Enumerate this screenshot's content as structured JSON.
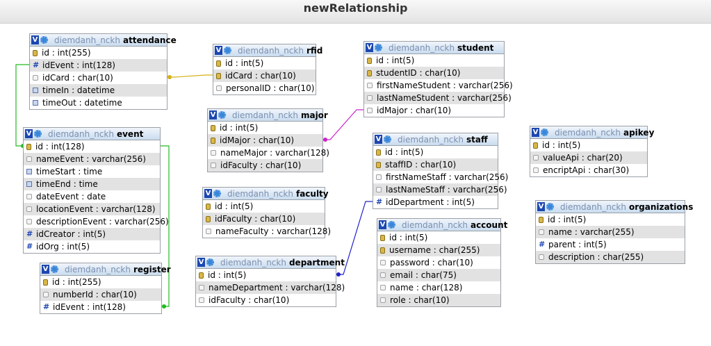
{
  "window": {
    "title": "newRelationship"
  },
  "db_prefix": "diemdanh_nckh",
  "colors": {
    "attendance_rfid": "#d4b016",
    "major_student": "#cc22cc",
    "event_attendance": "#22bb22",
    "register_event": "#22bb22",
    "department_staff": "#2222cc"
  },
  "tables": [
    {
      "id": "attendance",
      "name": "attendance",
      "columns": [
        {
          "text": "id : int(255)",
          "icon": "key-icon"
        },
        {
          "text": "idEvent : int(128)",
          "icon": "number-icon"
        },
        {
          "text": "idCard : char(10)",
          "icon": "text-icon"
        },
        {
          "text": "timeIn : datetime",
          "icon": "datetime-icon"
        },
        {
          "text": "timeOut : datetime",
          "icon": "datetime-icon"
        }
      ]
    },
    {
      "id": "rfid",
      "name": "rfid",
      "columns": [
        {
          "text": "id : int(5)",
          "icon": "key-icon"
        },
        {
          "text": "idCard : char(10)",
          "icon": "key-icon"
        },
        {
          "text": "personalID : char(10)",
          "icon": "text-icon"
        }
      ]
    },
    {
      "id": "student",
      "name": "student",
      "columns": [
        {
          "text": "id : int(5)",
          "icon": "key-icon"
        },
        {
          "text": "studentID : char(10)",
          "icon": "key-icon"
        },
        {
          "text": "firstNameStudent : varchar(256)",
          "icon": "text-icon"
        },
        {
          "text": "lastNameStudent : varchar(256)",
          "icon": "text-icon"
        },
        {
          "text": "idMajor : char(10)",
          "icon": "text-icon"
        }
      ]
    },
    {
      "id": "major",
      "name": "major",
      "columns": [
        {
          "text": "id : int(5)",
          "icon": "key-icon"
        },
        {
          "text": "idMajor : char(10)",
          "icon": "key-icon"
        },
        {
          "text": "nameMajor : varchar(128)",
          "icon": "text-icon"
        },
        {
          "text": "idFaculty : char(10)",
          "icon": "text-icon"
        }
      ]
    },
    {
      "id": "event",
      "name": "event",
      "columns": [
        {
          "text": "id : int(128)",
          "icon": "key-icon"
        },
        {
          "text": "nameEvent : varchar(256)",
          "icon": "text-icon"
        },
        {
          "text": "timeStart : time",
          "icon": "datetime-icon"
        },
        {
          "text": "timeEnd : time",
          "icon": "datetime-icon"
        },
        {
          "text": "dateEvent : date",
          "icon": "text-icon"
        },
        {
          "text": "locationEvent : varchar(128)",
          "icon": "text-icon"
        },
        {
          "text": "descriptionEvent : varchar(256)",
          "icon": "text-icon"
        },
        {
          "text": "idCreator : int(5)",
          "icon": "number-icon"
        },
        {
          "text": "idOrg : int(5)",
          "icon": "number-icon"
        }
      ]
    },
    {
      "id": "staff",
      "name": "staff",
      "columns": [
        {
          "text": "id : int(5)",
          "icon": "key-icon"
        },
        {
          "text": "staffID : char(10)",
          "icon": "key-icon"
        },
        {
          "text": "firstNameStaff : varchar(256)",
          "icon": "text-icon"
        },
        {
          "text": "lastNameStaff : varchar(256)",
          "icon": "text-icon"
        },
        {
          "text": "idDepartment : int(5)",
          "icon": "number-icon"
        }
      ]
    },
    {
      "id": "apikey",
      "name": "apikey",
      "columns": [
        {
          "text": "id : int(5)",
          "icon": "key-icon"
        },
        {
          "text": "valueApi : char(20)",
          "icon": "text-icon"
        },
        {
          "text": "encriptApi : char(30)",
          "icon": "text-icon"
        }
      ]
    },
    {
      "id": "faculty",
      "name": "faculty",
      "columns": [
        {
          "text": "id : int(5)",
          "icon": "key-icon"
        },
        {
          "text": "idFaculty : char(10)",
          "icon": "key-icon"
        },
        {
          "text": "nameFaculty : varchar(128)",
          "icon": "text-icon"
        }
      ]
    },
    {
      "id": "organizations",
      "name": "organizations",
      "columns": [
        {
          "text": "id : int(5)",
          "icon": "key-icon"
        },
        {
          "text": "name : varchar(255)",
          "icon": "text-icon"
        },
        {
          "text": "parent : int(5)",
          "icon": "number-icon"
        },
        {
          "text": "description : char(255)",
          "icon": "text-icon"
        }
      ]
    },
    {
      "id": "account",
      "name": "account",
      "columns": [
        {
          "text": "id : int(5)",
          "icon": "key-icon"
        },
        {
          "text": "username : char(255)",
          "icon": "key-icon"
        },
        {
          "text": "password : char(10)",
          "icon": "text-icon"
        },
        {
          "text": "email : char(75)",
          "icon": "text-icon"
        },
        {
          "text": "name : char(128)",
          "icon": "text-icon"
        },
        {
          "text": "role : char(10)",
          "icon": "text-icon"
        }
      ]
    },
    {
      "id": "register",
      "name": "register",
      "columns": [
        {
          "text": "id : int(255)",
          "icon": "key-icon"
        },
        {
          "text": "numberId : char(10)",
          "icon": "text-icon"
        },
        {
          "text": "idEvent : int(128)",
          "icon": "number-icon"
        }
      ]
    },
    {
      "id": "department",
      "name": "department",
      "columns": [
        {
          "text": "id : int(5)",
          "icon": "key-icon"
        },
        {
          "text": "nameDepartment : varchar(128)",
          "icon": "text-icon"
        },
        {
          "text": "idFaculty : char(10)",
          "icon": "text-icon"
        }
      ]
    }
  ],
  "relationships": [
    {
      "from": "attendance.idCard",
      "to": "rfid.idCard",
      "color_key": "attendance_rfid"
    },
    {
      "from": "major.idMajor",
      "to": "student.idMajor",
      "color_key": "major_student"
    },
    {
      "from": "event.id",
      "to": "attendance.idEvent",
      "color_key": "event_attendance"
    },
    {
      "from": "register.idEvent",
      "to": "event.id",
      "color_key": "register_event"
    },
    {
      "from": "department.id",
      "to": "staff.idDepartment",
      "color_key": "department_staff"
    }
  ]
}
